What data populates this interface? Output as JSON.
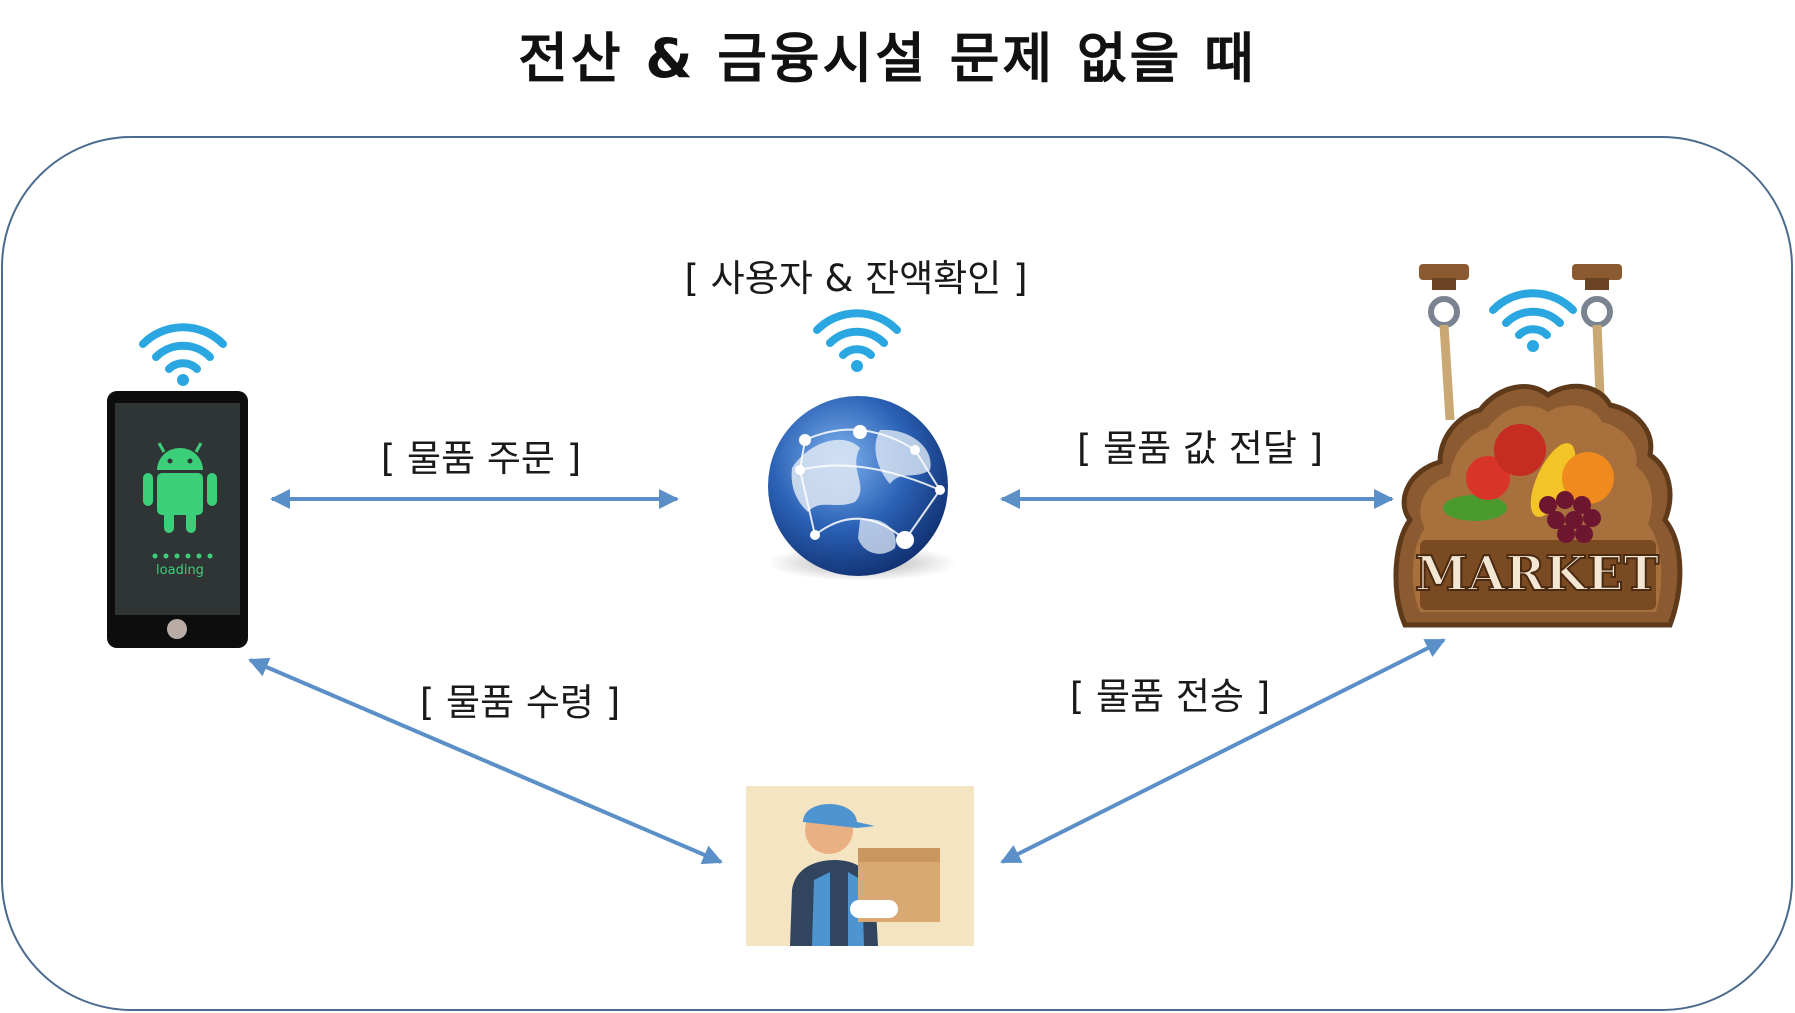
{
  "title": "전산 & 금융시설 문제 없을 때",
  "labels": {
    "server": "[ 사용자 & 잔액확인 ]",
    "order": "[ 물품 주문 ]",
    "payment": "[ 물품 값 전달 ]",
    "receive": "[ 물품 수령 ]",
    "ship": "[ 물품 전송 ]"
  },
  "phone_text": "loading",
  "market_text": "MARKET",
  "colors": {
    "arrow": "#5b8fc7",
    "frame": "#4a6a8e",
    "wifi": "#2aa7e0",
    "android": "#3ccf7a",
    "sign_wood": "#8b5a30",
    "courier_bg": "#f5e4c2"
  }
}
